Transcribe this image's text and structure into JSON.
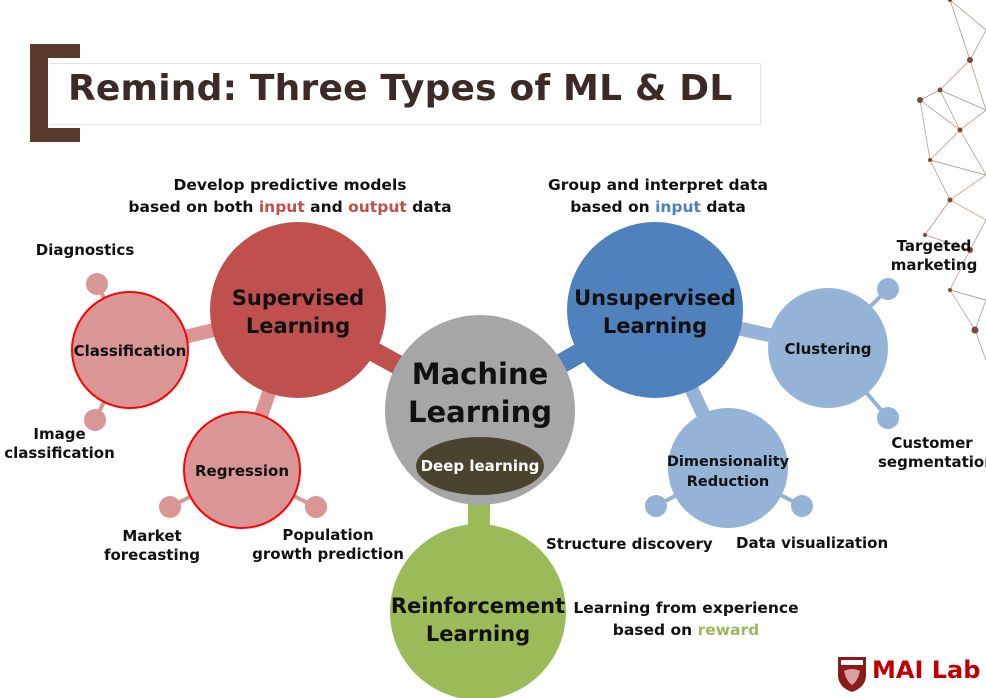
{
  "title": "Remind: Three Types of ML & DL",
  "center": {
    "line1": "Machine",
    "line2": "Learning",
    "deep": "Deep learning"
  },
  "supervised": {
    "line1": "Supervised",
    "line2": "Learning",
    "desc_line1": "Develop predictive models",
    "desc_pre": "based on both ",
    "desc_hl1": "input",
    "desc_mid": " and ",
    "desc_hl2": "output",
    "desc_post": " data",
    "classification": "Classification",
    "regression": "Regression",
    "diagnostics": "Diagnostics",
    "image_l1": "Image",
    "image_l2": "classification",
    "market_l1": "Market",
    "market_l2": "forecasting",
    "pop_l1": "Population",
    "pop_l2": "growth prediction"
  },
  "unsupervised": {
    "line1": "Unsupervised",
    "line2": "Learning",
    "desc_line1": "Group and interpret data",
    "desc_pre": "based on ",
    "desc_hl": "input",
    "desc_post": " data",
    "clustering": "Clustering",
    "dim_l1": "Dimensionality",
    "dim_l2": "Reduction",
    "targeted_l1": "Targeted",
    "targeted_l2": "marketing",
    "customer_l1": "Customer",
    "customer_l2": "segmentation",
    "structure": "Structure discovery",
    "dataviz": "Data visualization"
  },
  "reinforcement": {
    "line1": "Reinforcement",
    "line2": "Learning",
    "desc_line1": "Learning from experience",
    "desc_pre": "based on ",
    "desc_hl": "reward"
  },
  "logo": {
    "text": "MAI Lab"
  },
  "colors": {
    "title_bracket": "#5b3a2e",
    "supervised": "#c0504d",
    "supervised_light": "#da9694",
    "unsupervised": "#4f81bd",
    "unsupervised_light": "#95b3d7",
    "reinforcement": "#9bbb59",
    "center": "#a6a6a6",
    "deep": "#4a4330",
    "logo_red": "#c00000"
  }
}
